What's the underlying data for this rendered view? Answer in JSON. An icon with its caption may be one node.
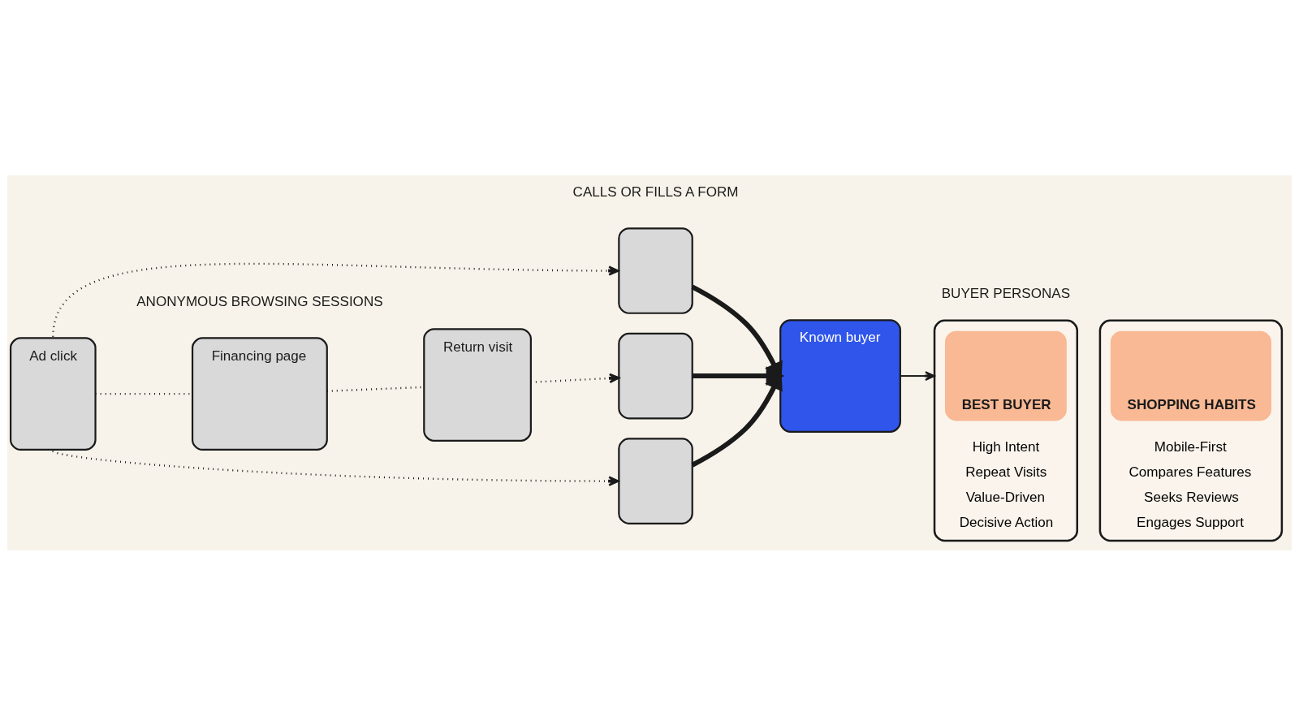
{
  "diagram": {
    "nodes": [
      {
        "text": [
          "Ad click"
        ]
      },
      {
        "text": [
          "Financing page"
        ]
      },
      {
        "text": [
          "Return visit"
        ]
      },
      {
        "text": [],
        "shape": "box"
      },
      {
        "text": [],
        "shape": "box"
      },
      {
        "text": [],
        "shape": "box"
      },
      {
        "text": [
          "Known buyer"
        ]
      },
      {
        "text": [
          "High Intent",
          "Repeat Visits",
          "Value-Driven",
          "Decisive Action"
        ]
      },
      {
        "text": [
          "BEST BUYER"
        ],
        "in": 7
      },
      {
        "text": [
          "Mobile-First",
          "Compares Features",
          "Seeks Reviews",
          "Engages Support"
        ]
      },
      {
        "text": [
          "SHOPPING HABITS"
        ],
        "in": 9
      }
    ],
    "edges": [
      {
        "from": 0,
        "to": 3,
        "arrow": "to",
        "style": "dashed"
      },
      {
        "from": 0,
        "to": 1,
        "arrow": "none",
        "style": "dashed"
      },
      {
        "from": 1,
        "to": 2,
        "arrow": "none",
        "style": "dashed"
      },
      {
        "from": 2,
        "to": 4,
        "arrow": "to",
        "style": "dashed"
      },
      {
        "from": 0,
        "to": 5,
        "arrow": "to",
        "style": "dashed"
      },
      {
        "from": 3,
        "to": 6,
        "arrow": "to",
        "style": "thick"
      },
      {
        "from": 4,
        "to": 6,
        "arrow": "to",
        "style": "thick"
      },
      {
        "from": 5,
        "to": 6,
        "arrow": "to",
        "style": "thick"
      },
      {
        "from": 6,
        "to": 7,
        "arrow": "to"
      }
    ],
    "labels": [
      "ANONYMOUS BROWSING SESSIONS",
      "CALLS OR FILLS A FORM",
      "BUYER PERSONAS"
    ]
  }
}
